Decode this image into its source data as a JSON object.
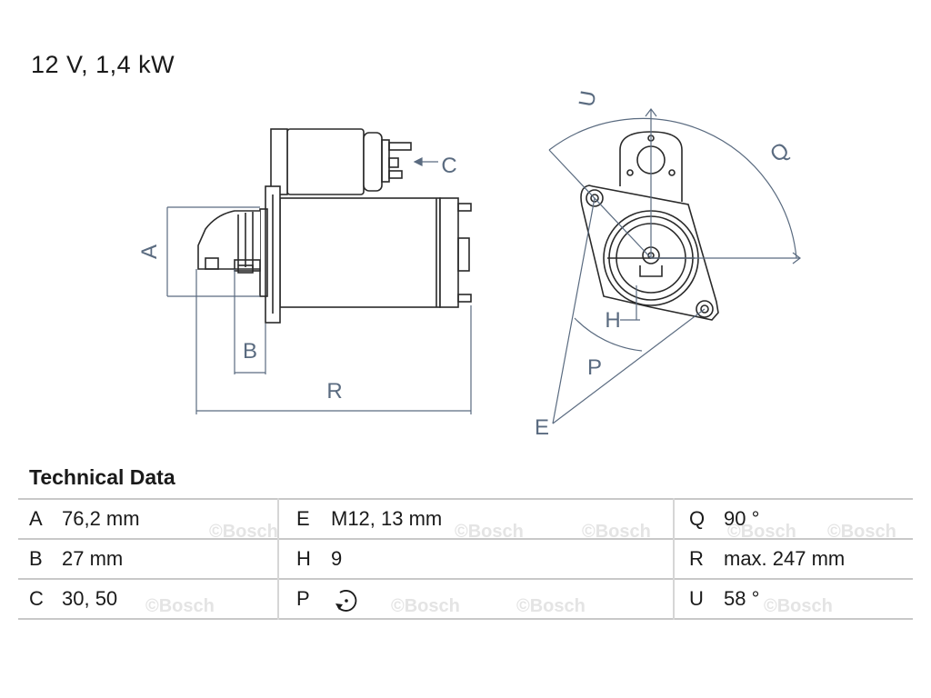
{
  "header": {
    "spec": "12 V, 1,4 kW"
  },
  "drawing": {
    "dimension_labels": {
      "A": "A",
      "B": "B",
      "C": "C",
      "R": "R",
      "U": "U",
      "Q": "Q",
      "H": "H",
      "P": "P",
      "E": "E"
    }
  },
  "technical_data": {
    "title": "Technical Data",
    "rows": [
      [
        {
          "key": "A",
          "value": "76,2 mm"
        },
        {
          "key": "E",
          "value": "M12, 13 mm"
        },
        {
          "key": "Q",
          "value": "90 °"
        }
      ],
      [
        {
          "key": "B",
          "value": "27 mm"
        },
        {
          "key": "H",
          "value": "9"
        },
        {
          "key": "R",
          "value": "max. 247 mm"
        }
      ],
      [
        {
          "key": "C",
          "value": "30, 50"
        },
        {
          "key": "P",
          "value": "",
          "icon": "rotation-direction-icon"
        },
        {
          "key": "U",
          "value": "58 °"
        }
      ]
    ]
  },
  "watermark": {
    "text": "©Bosch"
  },
  "colors": {
    "line": "#2a2a2a",
    "dimension": "#5a6b80",
    "grid": "#c8c8c8",
    "watermark": "#e4e4e4"
  }
}
